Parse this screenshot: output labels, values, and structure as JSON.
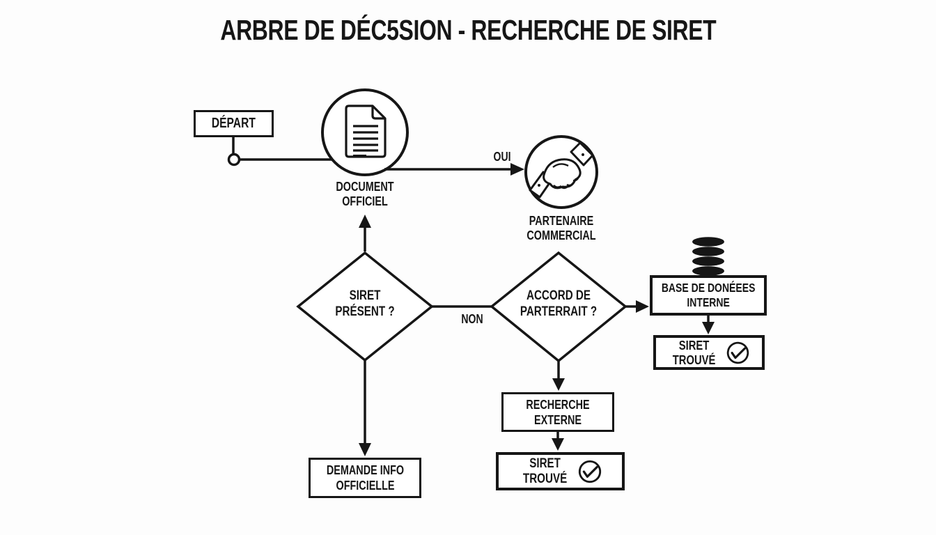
{
  "title": "ARBRE DE DÉC5SION - RECHERCHE DE SIRET",
  "colors": {
    "ink": "#161616",
    "background": "#fdfdfd"
  },
  "nodes": {
    "depart": {
      "label": "DÉPART"
    },
    "document_officiel": {
      "line1": "DOCUMENT",
      "line2": "OFFICIEL",
      "icon": "document-icon"
    },
    "partenaire_commercial": {
      "line1": "PARTENAIRE",
      "line2": "COMMERCIAL",
      "icon": "handshake-icon"
    },
    "siret_present": {
      "line1": "SIRET",
      "line2": "PRÉSENT ?"
    },
    "accord_partenariat": {
      "line1": "ACCORD DE",
      "line2": "PARTERRAIT ?"
    },
    "base_donnees_interne": {
      "line1": "BASE DE DONÉEES",
      "line2": "INTERNE",
      "icon": "database-icon"
    },
    "siret_trouve_interne": {
      "line1": "SIRET",
      "line2": "TROUVÉ",
      "icon": "check-circle-icon"
    },
    "recherche_externe": {
      "line1": "RECHERCHE",
      "line2": "EXTERNE"
    },
    "siret_trouve_externe": {
      "line1": "SIRET",
      "line2": "TROUVÉ",
      "icon": "check-circle-icon"
    },
    "demande_info_officielle": {
      "line1": "DEMANDE INFO",
      "line2": "OFFICIELLE"
    }
  },
  "edges": {
    "oui": "OUI",
    "non": "NON"
  }
}
